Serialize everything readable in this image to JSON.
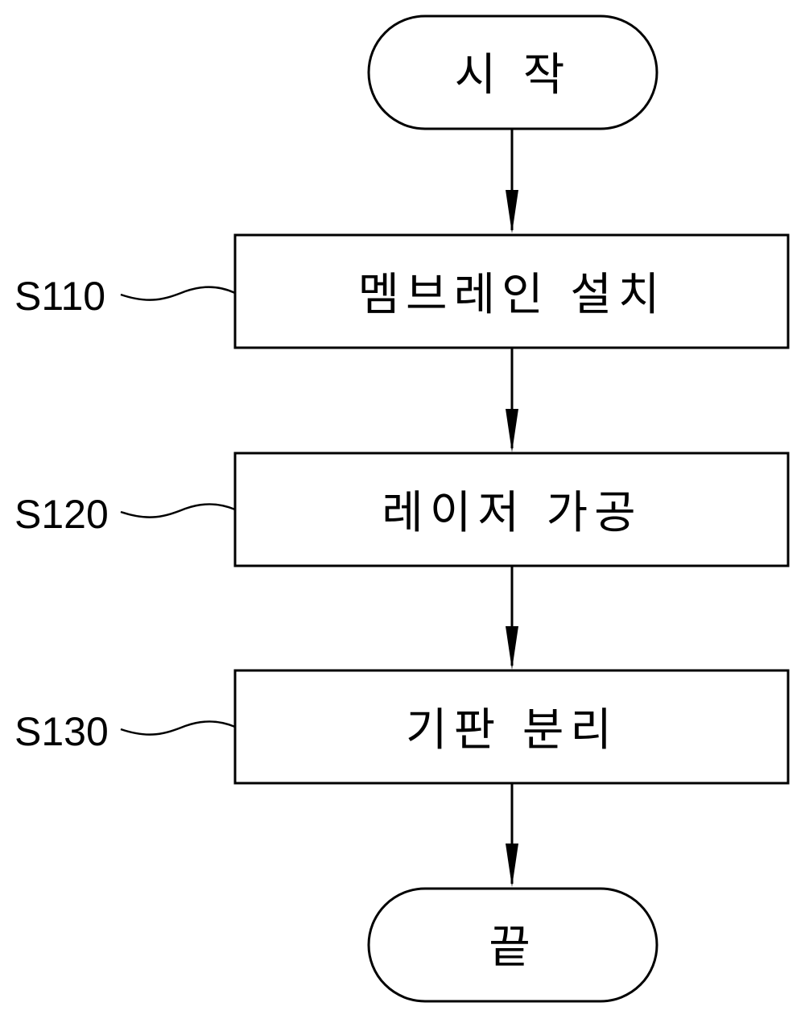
{
  "flowchart": {
    "start": {
      "label": "시 작"
    },
    "steps": [
      {
        "id": "S110",
        "label": "멤브레인 설치"
      },
      {
        "id": "S120",
        "label": "레이저 가공"
      },
      {
        "id": "S130",
        "label": "기판 분리"
      }
    ],
    "end": {
      "label": "끝"
    }
  }
}
